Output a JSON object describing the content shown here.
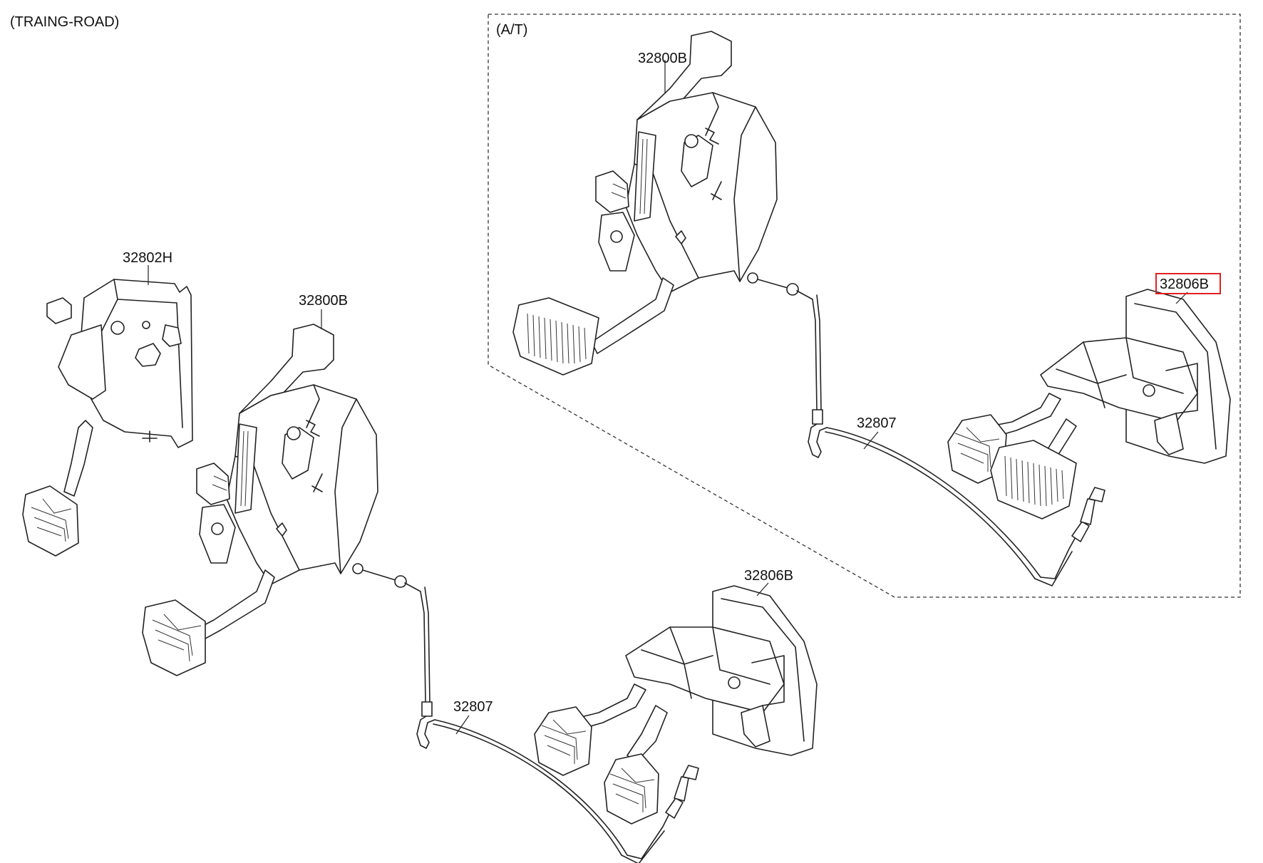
{
  "sections": {
    "manual_title": "(TRAING-ROAD)",
    "auto_title": "(A/T)"
  },
  "labels": {
    "manual_clutch_pedal": "32802H",
    "manual_brake_pedal": "32800B",
    "manual_accel_pedal": "32806B",
    "manual_cable": "32807",
    "auto_brake_pedal": "32800B",
    "auto_accel_pedal": "32806B",
    "auto_cable": "32807"
  },
  "highlight": {
    "part": "32806B",
    "color": "#e02020"
  }
}
